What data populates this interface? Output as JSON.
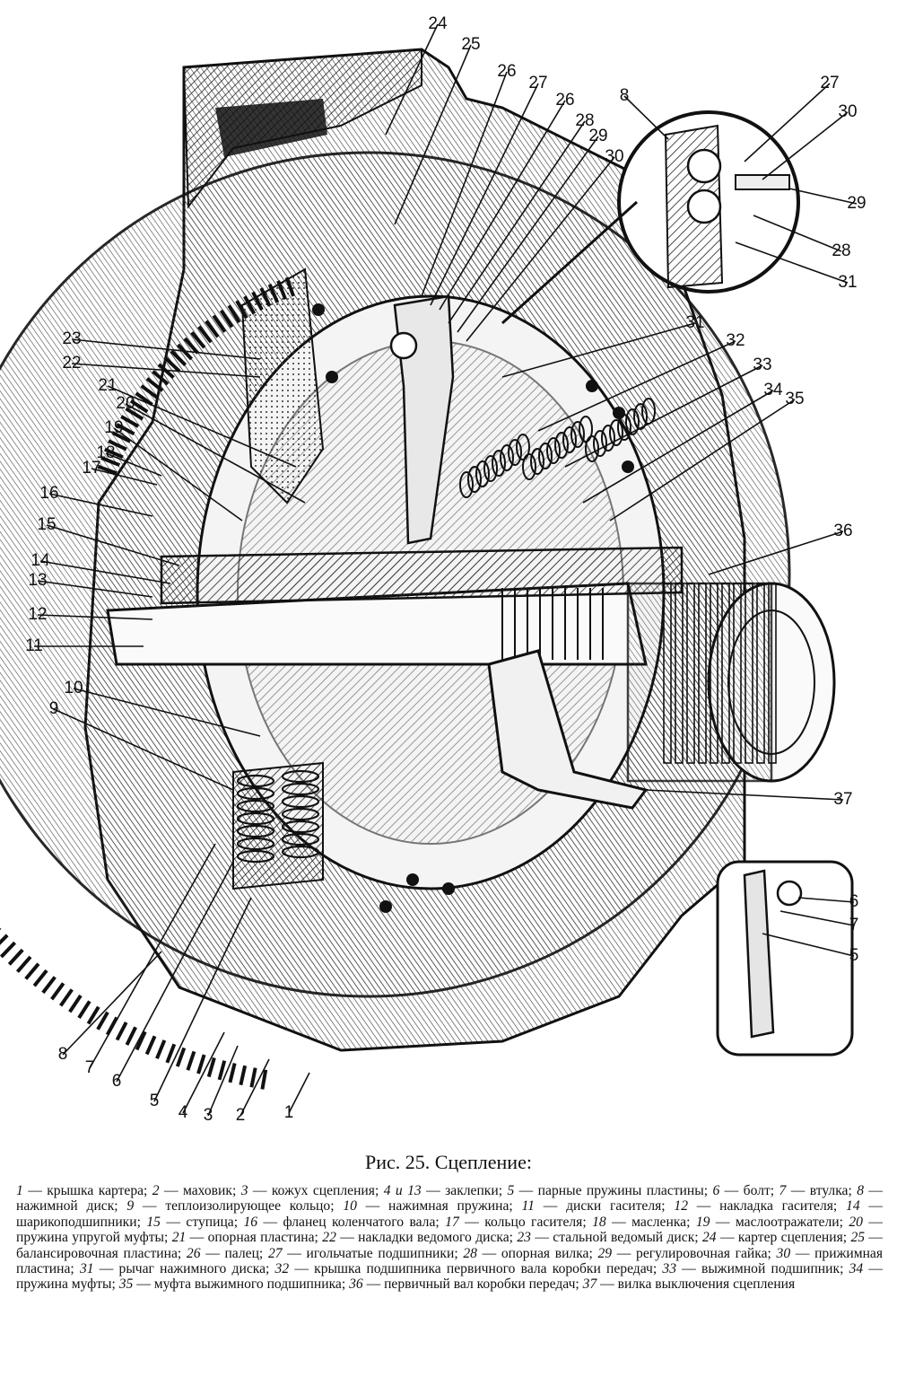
{
  "figure": {
    "caption": "Рис. 25. Сцепление:",
    "callouts": [
      "1",
      "2",
      "3",
      "4",
      "5",
      "6",
      "7",
      "8",
      "9",
      "10",
      "11",
      "12",
      "13",
      "14",
      "15",
      "16",
      "17",
      "18",
      "19",
      "20",
      "21",
      "22",
      "23",
      "24",
      "25",
      "26",
      "27",
      "26",
      "28",
      "29",
      "30",
      "8",
      "27",
      "30",
      "29",
      "28",
      "31",
      "31",
      "32",
      "33",
      "34",
      "35",
      "36",
      "37",
      "6",
      "7",
      "5"
    ]
  },
  "legend": [
    {
      "num": "1",
      "text": "крышка картера;"
    },
    {
      "num": "2",
      "text": "маховик;"
    },
    {
      "num": "3",
      "text": "кожух сцепления;"
    },
    {
      "num": "4 и 13",
      "text": "заклепки;"
    },
    {
      "num": "5",
      "text": "парные пружины пластины;"
    },
    {
      "num": "6",
      "text": "болт;"
    },
    {
      "num": "7",
      "text": "втулка;"
    },
    {
      "num": "8",
      "text": "нажимной диск;"
    },
    {
      "num": "9",
      "text": "теплоизолирующее кольцо;"
    },
    {
      "num": "10",
      "text": "нажимная пружина;"
    },
    {
      "num": "11",
      "text": "диски гасителя;"
    },
    {
      "num": "12",
      "text": "накладка гасителя;"
    },
    {
      "num": "14",
      "text": "шарикоподшипники;"
    },
    {
      "num": "15",
      "text": "ступица;"
    },
    {
      "num": "16",
      "text": "фланец коленчатого вала;"
    },
    {
      "num": "17",
      "text": "кольцо гасителя;"
    },
    {
      "num": "18",
      "text": "масленка;"
    },
    {
      "num": "19",
      "text": "маслоотражатели;"
    },
    {
      "num": "20",
      "text": "пружина упругой муфты;"
    },
    {
      "num": "21",
      "text": "опорная пластина;"
    },
    {
      "num": "22",
      "text": "накладки ведомого диска;"
    },
    {
      "num": "23",
      "text": "стальной ведомый диск;"
    },
    {
      "num": "24",
      "text": "картер сцепления;"
    },
    {
      "num": "25",
      "text": "балансировочная пластина;"
    },
    {
      "num": "26",
      "text": "палец;"
    },
    {
      "num": "27",
      "text": "игольчатые подшипники;"
    },
    {
      "num": "28",
      "text": "опорная вилка;"
    },
    {
      "num": "29",
      "text": "регулировочная гайка;"
    },
    {
      "num": "30",
      "text": "прижимная пластина;"
    },
    {
      "num": "31",
      "text": "рычаг нажимного диска;"
    },
    {
      "num": "32",
      "text": "крышка подшипника первичного вала коробки передач;"
    },
    {
      "num": "33",
      "text": "выжимной подшипник;"
    },
    {
      "num": "34",
      "text": "пружина муфты;"
    },
    {
      "num": "35",
      "text": "муфта выжимного подшипника;"
    },
    {
      "num": "36",
      "text": "первичный вал коробки передач;"
    },
    {
      "num": "37",
      "text": "вилка выключения сцепления"
    }
  ]
}
